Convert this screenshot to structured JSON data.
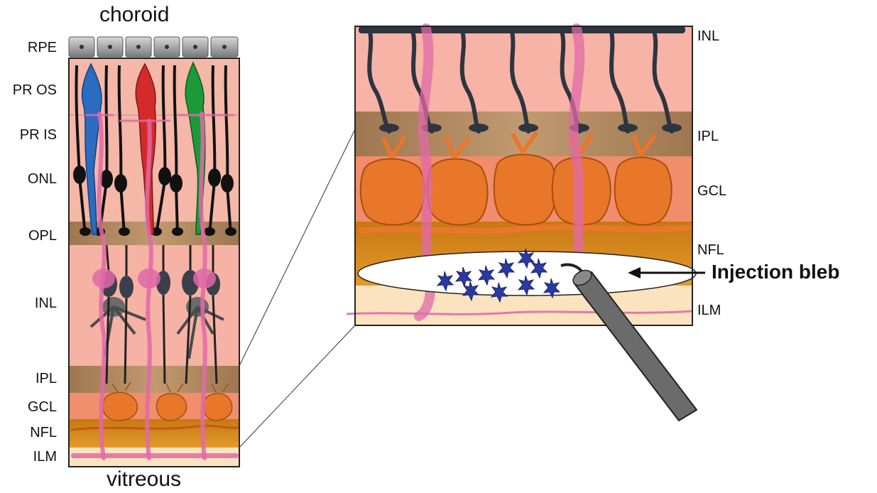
{
  "top_label": "choroid",
  "bottom_label": "vitreous",
  "left_layers": [
    "RPE",
    "PR OS",
    "PR IS",
    "ONL",
    "OPL",
    "INL",
    "IPL",
    "GCL",
    "NFL",
    "ILM"
  ],
  "right_layers": [
    "INL",
    "IPL",
    "GCL",
    "NFL",
    "ILM"
  ],
  "injection_label": "Injection bleb",
  "colors": {
    "rpe": "#8c8c8c",
    "photoreceptor_bg": "#f5b7a8",
    "plexiform": "#b08a62",
    "ganglion": "#e8772a",
    "nfl": "#d6891a",
    "ilm": "#fbe3bf",
    "muller": "#e06aa8",
    "cone_blue": "#2a6cc0",
    "cone_red": "#d42a2a",
    "cone_green": "#1c9a3a",
    "vector": "#2a3aa0"
  }
}
